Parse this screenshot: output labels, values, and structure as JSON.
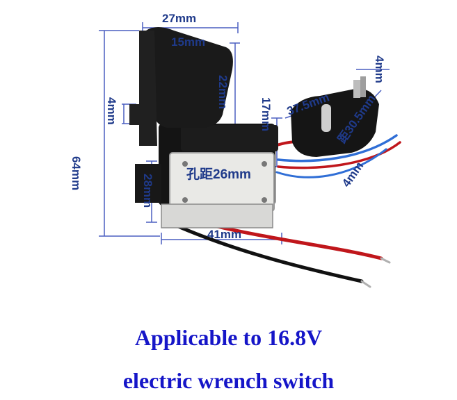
{
  "photo": {
    "subject": "trigger-switch-with-wires",
    "colors": {
      "dimension_text": "#1f3a8a",
      "dimension_lines": "#4a5fc1",
      "switch_body": "#141414",
      "label_plate": "#e9e9e6",
      "wire_red": "#c0161b",
      "wire_blue": "#2f6ed6",
      "wire_black": "#111111"
    }
  },
  "dimensions": {
    "width_top": "27mm",
    "trigger_width": "15mm",
    "trigger_height": "22mm",
    "height_total": "64mm",
    "trigger_step": "4mm",
    "body_height": "17mm",
    "hole_spacing": "孔距26mm",
    "body_depth": "28mm",
    "body_width": "41mm",
    "connector_width": "37.5mm",
    "connector_thickness": "4mm",
    "connector_hole_spacing": "距30.5mm",
    "connector_pin": "4mm"
  },
  "caption": {
    "line1": "Applicable to 16.8V",
    "line2": "electric wrench switch"
  }
}
